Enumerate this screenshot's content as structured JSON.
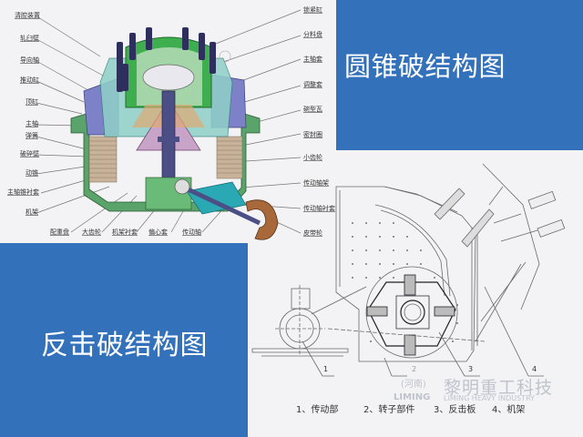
{
  "cone_crusher": {
    "title": "圆锥破结构图",
    "labels_left": [
      "清腔装置",
      "轧臼壁",
      "导向轴",
      "推动缸",
      "顶缸",
      "主轴",
      "弹簧",
      "破碎壁",
      "动锥",
      "主轴锥衬套",
      "机架"
    ],
    "labels_right": [
      "锁紧缸",
      "分料盘",
      "主轴套",
      "调整套",
      "碗型瓦",
      "密封圈",
      "小齿轮",
      "传动轴架",
      "传动轴衬套",
      "皮带轮"
    ],
    "labels_bottom": [
      "配重盘",
      "大齿轮",
      "机架衬套",
      "偏心套",
      "传动轴"
    ]
  },
  "impact_crusher": {
    "title": "反击破结构图",
    "part_numbers": [
      "1",
      "2",
      "3",
      "4"
    ],
    "caption": [
      "1、传动部",
      "2、转子部件",
      "3、反击板",
      "4、机架"
    ]
  },
  "watermark": {
    "brand_cn": "黎明重工科技",
    "brand_en": "LIMING HEAVY INDUSTRY",
    "logo_text": "LIMING",
    "region": "(河南)"
  },
  "colors": {
    "panel_blue": "#3371bb",
    "background": "#f3f3f5",
    "frame_green": "#5aa36a",
    "blue_purple": "#7d82c8",
    "teal": "#2aa9b5",
    "bronze": "#a8683a"
  }
}
